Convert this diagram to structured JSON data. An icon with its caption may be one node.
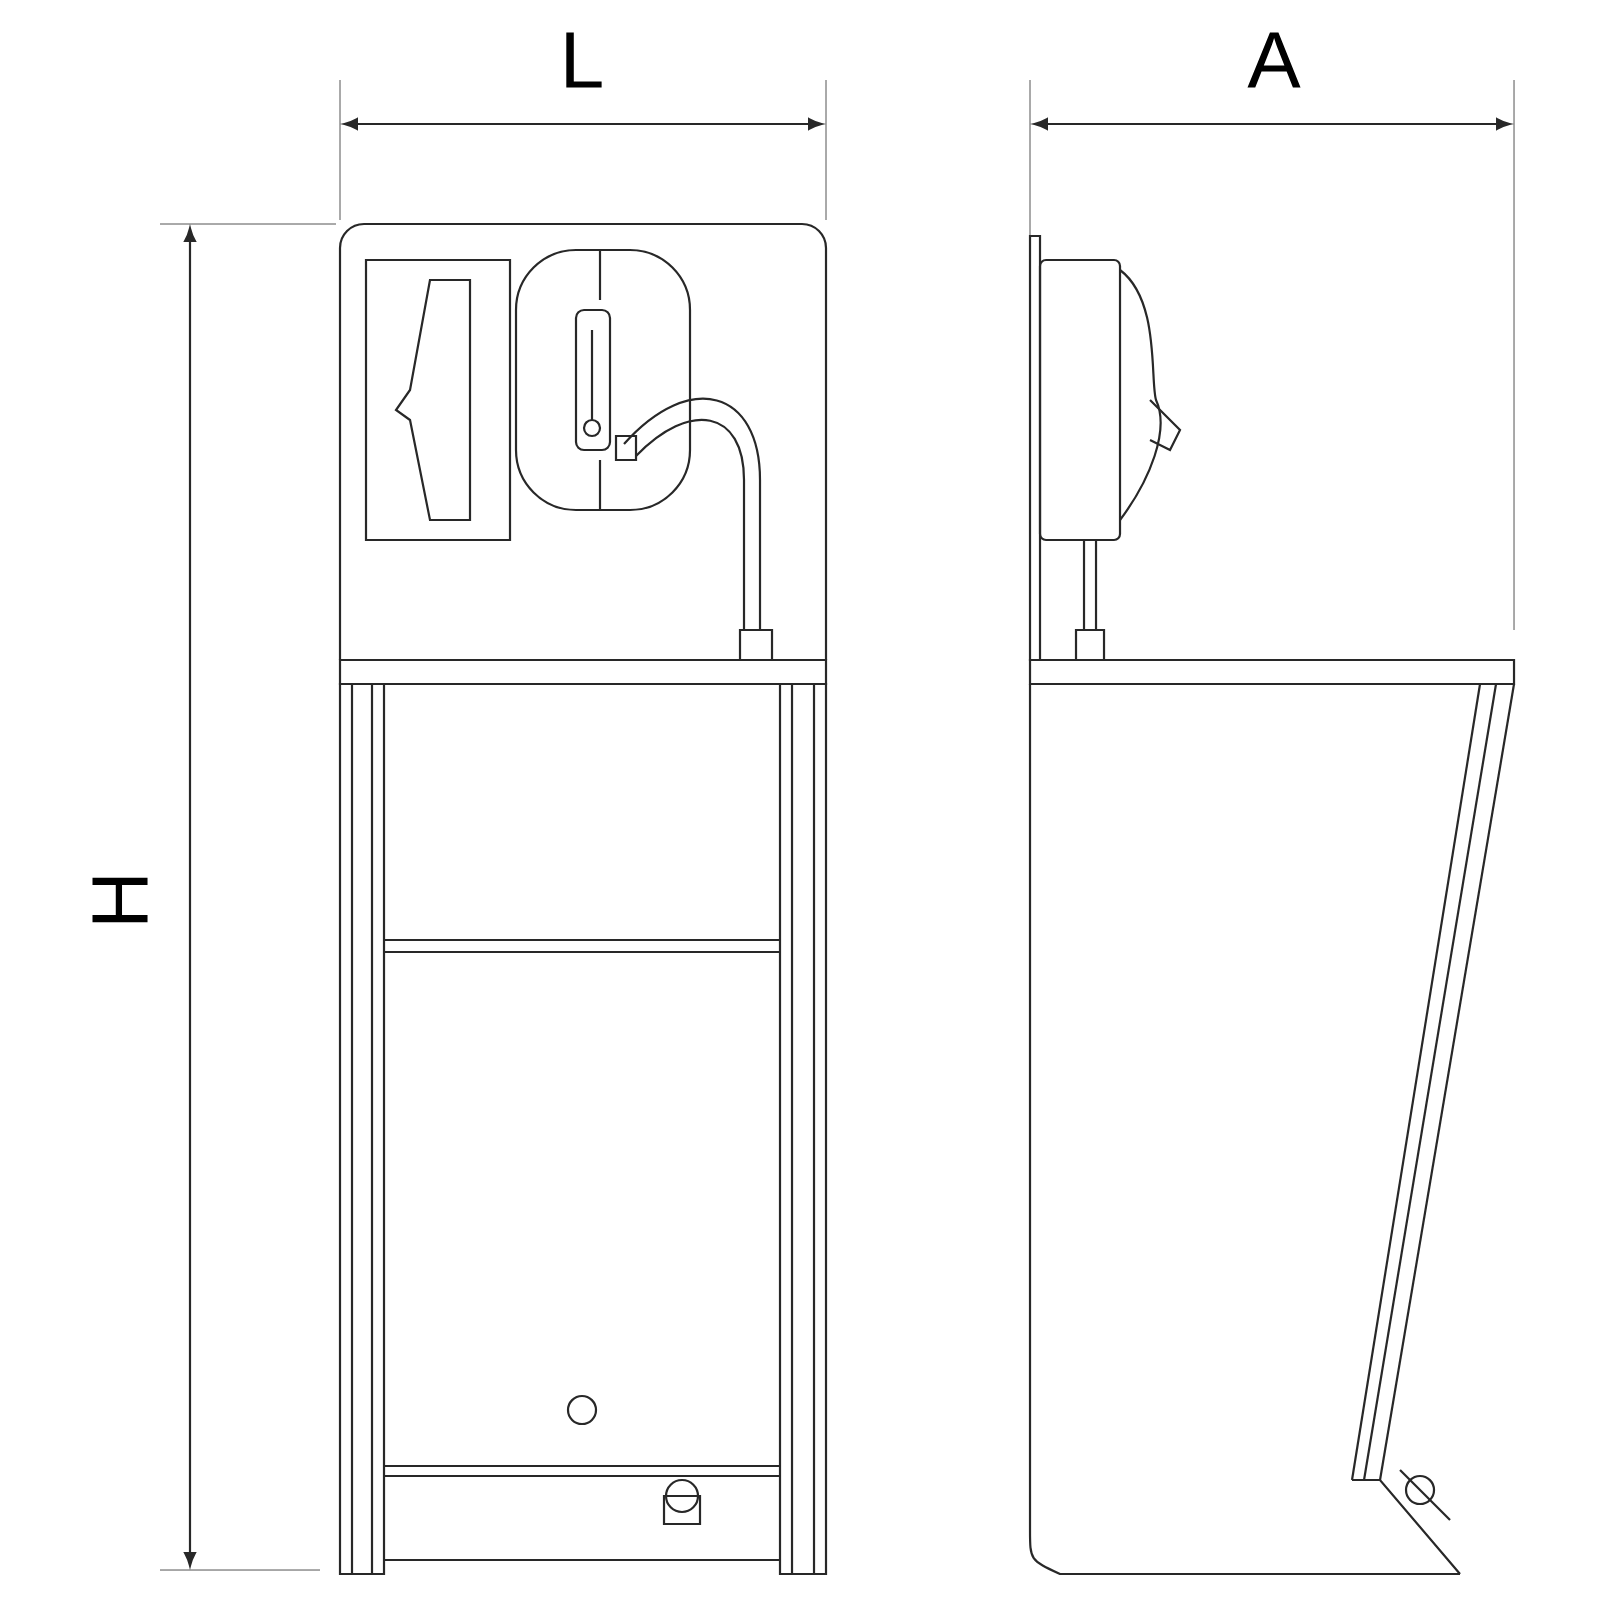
{
  "diagram": {
    "labels": [
      "L",
      "A",
      "H"
    ]
  }
}
